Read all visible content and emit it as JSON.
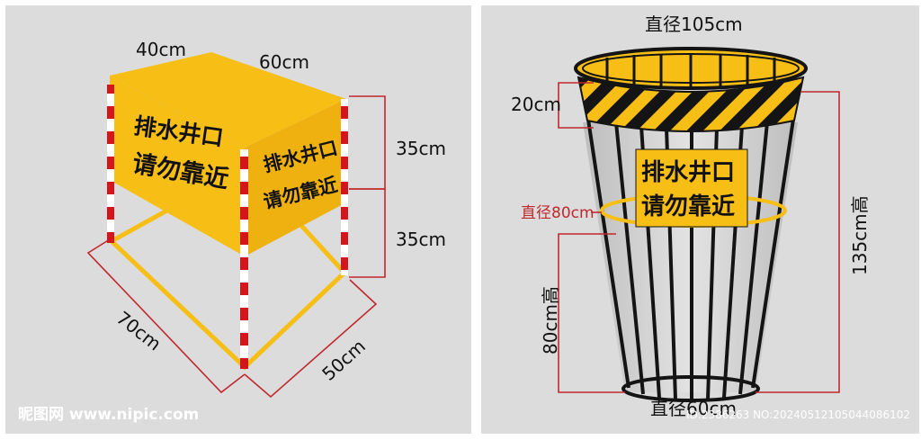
{
  "left_diagram": {
    "dims": {
      "top_depth": "40cm",
      "top_width": "60cm",
      "height_upper": "35cm",
      "height_lower": "35cm",
      "base_depth": "70cm",
      "base_width": "50cm"
    },
    "sign_lines": [
      "排水井口",
      "请勿靠近"
    ]
  },
  "right_diagram": {
    "dims": {
      "top_diameter": "直径105cm",
      "band_height": "20cm",
      "mid_diameter": "直径80cm",
      "total_height": "135cm高",
      "lower_height": "80cm高",
      "bottom_diameter": "直径60cm"
    },
    "sign_lines": [
      "排水井口",
      "请勿靠近"
    ]
  },
  "watermark": {
    "site": "昵图网 www.nipic.com",
    "id": "ID:2386263 NO:20240512105044086102"
  },
  "colors": {
    "sign_yellow": "#f7be16",
    "sign_yellow_side": "#eeb10f",
    "pole_red": "#d4161c",
    "dim_red": "#c0282d",
    "cage_black": "#141414",
    "panel_gray": "#dcdcdc"
  }
}
